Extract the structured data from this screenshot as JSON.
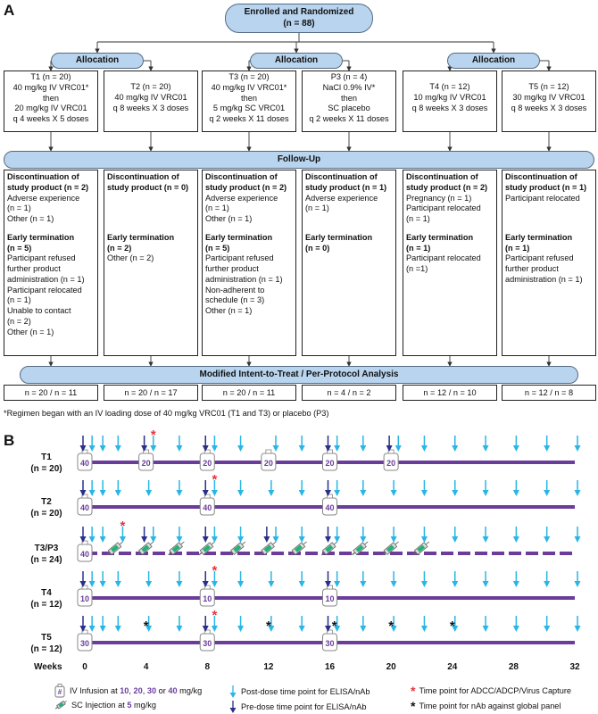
{
  "panel_a": {
    "letter": "A",
    "enrolled": {
      "title": "Enrolled and Randomized",
      "n": "(n = 88)"
    },
    "allocation_label": "Allocation",
    "followup_label": "Follow-Up",
    "analysis_label": "Modified Intent-to-Treat / Per-Protocol Analysis",
    "arms": [
      {
        "lines": [
          "T1 (n = 20)",
          "40 mg/kg IV VRC01*",
          "then",
          "20 mg/kg IV VRC01",
          "q 4 weeks X 5 doses"
        ],
        "disc_title": [
          "Discontinuation of",
          "study product (n = 2)"
        ],
        "disc_lines": [
          "Adverse experience",
          "(n = 1)",
          "Other (n = 1)"
        ],
        "early_title": [
          "Early termination",
          "(n = 5)"
        ],
        "early_lines": [
          "Participant refused",
          "further product",
          "administration (n = 1)",
          "Participant relocated",
          "(n = 1)",
          "Unable to contact",
          "(n = 2)",
          "Other (n = 1)"
        ],
        "analysis": "n = 20 / n = 11"
      },
      {
        "lines": [
          "T2 (n = 20)",
          "40 mg/kg IV  VRC01",
          "q 8 weeks X 3 doses"
        ],
        "disc_title": [
          "Discontinuation of",
          "study product (n = 0)"
        ],
        "disc_lines": [],
        "early_title": [
          "Early termination",
          "(n = 2)"
        ],
        "early_lines": [
          "Other (n = 2)"
        ],
        "analysis": "n = 20 / n = 17"
      },
      {
        "lines": [
          "T3 (n = 20)",
          "40 mg/kg IV VRC01*",
          "then",
          "5 mg/kg SC VRC01",
          "q 2 weeks X 11 doses"
        ],
        "disc_title": [
          "Discontinuation of",
          "study product (n = 2)"
        ],
        "disc_lines": [
          "Adverse experience",
          "(n = 1)",
          "Other (n = 1)"
        ],
        "early_title": [
          "Early termination",
          "(n = 5)"
        ],
        "early_lines": [
          "Participant refused",
          "further product",
          "administration (n = 1)",
          "Non-adherent to",
          "schedule (n = 3)",
          "Other (n = 1)"
        ],
        "analysis": "n = 20 / n = 11"
      },
      {
        "lines": [
          "P3 (n = 4)",
          "NaCl 0.9% IV*",
          "then",
          "SC placebo",
          "q 2 weeks X 11 doses"
        ],
        "disc_title": [
          "Discontinuation of",
          "study product (n = 1)"
        ],
        "disc_lines": [
          "Adverse experience",
          "(n = 1)"
        ],
        "early_title": [
          "Early termination",
          "(n = 0)"
        ],
        "early_lines": [],
        "analysis": "n = 4 / n = 2"
      },
      {
        "lines": [
          "T4 (n = 12)",
          "10 mg/kg IV VRC01",
          "q 8 weeks X 3 doses"
        ],
        "disc_title": [
          "Discontinuation of",
          "study product (n = 2)"
        ],
        "disc_lines": [
          "Pregnancy (n = 1)",
          "Participant relocated",
          "(n = 1)"
        ],
        "early_title": [
          "Early termination",
          "(n = 1)"
        ],
        "early_lines": [
          "Participant relocated",
          "(n =1)"
        ],
        "analysis": "n = 12 / n = 10"
      },
      {
        "lines": [
          "T5 (n = 12)",
          "30 mg/kg IV VRC01",
          "q 8 weeks X 3 doses"
        ],
        "disc_title": [
          "Discontinuation of",
          "study product (n = 1)"
        ],
        "disc_lines": [
          "Participant relocated"
        ],
        "early_title": [
          "Early termination",
          "(n = 1)"
        ],
        "early_lines": [
          "Participant refused",
          "further product",
          "administration (n = 1)"
        ],
        "analysis": "n = 12 / n = 8"
      }
    ],
    "footnote": "*Regimen began with an IV loading dose of 40 mg/kg VRC01 (T1 and T3) or placebo (P3)"
  },
  "panel_b": {
    "letter": "B",
    "weeks_label": "Weeks",
    "week_ticks": [
      "0",
      "4",
      "8",
      "12",
      "16",
      "20",
      "24",
      "28",
      "32"
    ],
    "colors": {
      "purple": "#6a3d9a",
      "cyan": "#29b6e6",
      "navy": "#2a2f8a",
      "red": "#e8323c",
      "bar_fill": "#b8d4ee"
    },
    "arms": [
      {
        "name": "T1",
        "n": "(n = 20)",
        "dashed": false,
        "infusions": [
          {
            "week": 0,
            "dose": "40"
          },
          {
            "week": 4,
            "dose": "20"
          },
          {
            "week": 8,
            "dose": "20"
          },
          {
            "week": 12,
            "dose": "20"
          },
          {
            "week": 16,
            "dose": "20"
          },
          {
            "week": 20,
            "dose": "20"
          }
        ],
        "sc_weeks": [],
        "pre_weeks": [
          0,
          4,
          8,
          16,
          20
        ],
        "post_weeks": [
          0.3,
          1,
          2,
          4.3,
          6,
          8.3,
          10,
          12.3,
          14,
          16.3,
          18,
          20.3,
          22,
          24,
          26,
          28,
          30,
          32
        ],
        "red_weeks": [
          4.3
        ],
        "black_weeks": []
      },
      {
        "name": "T2",
        "n": "(n = 20)",
        "dashed": false,
        "infusions": [
          {
            "week": 0,
            "dose": "40"
          },
          {
            "week": 8,
            "dose": "40"
          },
          {
            "week": 16,
            "dose": "40"
          }
        ],
        "sc_weeks": [],
        "pre_weeks": [
          0,
          8,
          16
        ],
        "post_weeks": [
          0.3,
          1,
          2,
          4,
          6,
          8.3,
          10,
          12,
          14,
          16.3,
          18,
          20,
          22,
          24,
          26,
          28,
          30,
          32
        ],
        "red_weeks": [
          8.3
        ],
        "black_weeks": []
      },
      {
        "name": "T3/P3",
        "n": "(n = 24)",
        "dashed": true,
        "infusions": [
          {
            "week": 0,
            "dose": "40"
          }
        ],
        "sc_weeks": [
          2,
          4,
          6,
          8,
          10,
          12,
          14,
          16,
          18,
          20,
          22
        ],
        "pre_weeks": [
          0,
          4,
          8,
          12,
          16
        ],
        "post_weeks": [
          0.3,
          1,
          2.3,
          4.3,
          6,
          8.3,
          10,
          12.3,
          14,
          16.3,
          18,
          20,
          22,
          24,
          26,
          28,
          30,
          32
        ],
        "red_weeks": [
          2.3
        ],
        "black_weeks": []
      },
      {
        "name": "T4",
        "n": "(n = 12)",
        "dashed": false,
        "infusions": [
          {
            "week": 0,
            "dose": "10"
          },
          {
            "week": 8,
            "dose": "10"
          },
          {
            "week": 16,
            "dose": "10"
          }
        ],
        "sc_weeks": [],
        "pre_weeks": [
          0,
          8,
          16
        ],
        "post_weeks": [
          0.3,
          1,
          2,
          4,
          6,
          8.3,
          10,
          12,
          14,
          16.3,
          18,
          20,
          22,
          24,
          26,
          28,
          30,
          32
        ],
        "red_weeks": [
          8.3
        ],
        "black_weeks": []
      },
      {
        "name": "T5",
        "n": "(n = 12)",
        "dashed": false,
        "infusions": [
          {
            "week": 0,
            "dose": "30"
          },
          {
            "week": 8,
            "dose": "30"
          },
          {
            "week": 16,
            "dose": "30"
          }
        ],
        "sc_weeks": [],
        "pre_weeks": [
          0,
          8,
          16
        ],
        "post_weeks": [
          0.3,
          1,
          2,
          4,
          6,
          8.3,
          10,
          12,
          14,
          16.3,
          18,
          20,
          22,
          24,
          26,
          28,
          30,
          32
        ],
        "red_weeks": [
          8.3
        ],
        "black_weeks": [
          4,
          12,
          16.3,
          20,
          24
        ]
      }
    ],
    "legend": {
      "infusion_prefix": "IV Infusion at ",
      "doses": [
        "10",
        "20",
        "30",
        "40"
      ],
      "infusion_suffix": " mg/kg",
      "infusion_badge": "#",
      "sc_prefix": "SC Injection at ",
      "sc_dose": "5",
      "sc_suffix": " mg/kg",
      "post": "Post-dose time point for ELISA/nAb",
      "pre": "Pre-dose time point for ELISA/nAb",
      "red": "Time point for ADCC/ADCP/Virus Capture",
      "black": "Time point for nAb against global panel"
    }
  }
}
